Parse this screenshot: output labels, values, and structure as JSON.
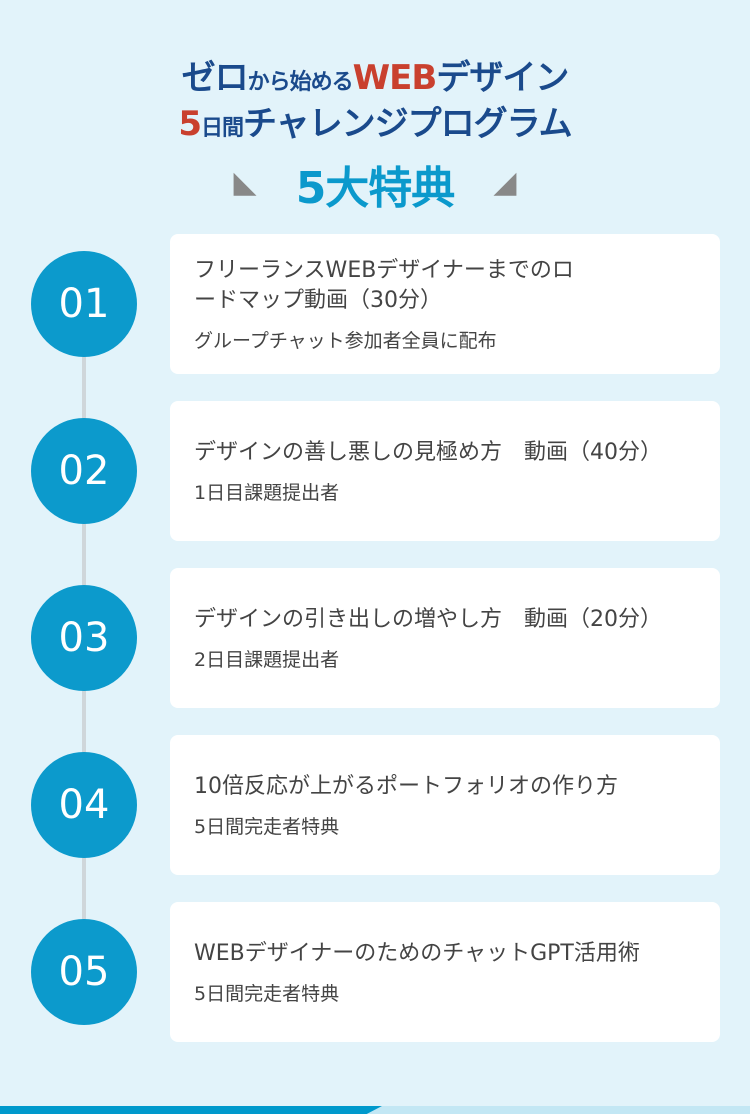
{
  "header": {
    "line1a": "ゼロ",
    "line1b": "から始める",
    "line1c": "WEB",
    "line1d": "デザイン",
    "line2a": "5",
    "line2b": "日間",
    "line2c": "チャレンジプログラム",
    "badge": "5大特典"
  },
  "items": [
    {
      "num": "01",
      "title": "フリーランスWEBデザイナーまでのロードマップ動画（30分）",
      "note": "グループチャット参加者全員に配布"
    },
    {
      "num": "02",
      "title": "デザインの善し悪しの見極め方　動画（40分）",
      "note": "1日目課題提出者"
    },
    {
      "num": "03",
      "title": "デザインの引き出しの増やし方　動画（20分）",
      "note": "2日目課題提出者"
    },
    {
      "num": "04",
      "title": "10倍反応が上がるポートフォリオの作り方",
      "note": "5日間完走者特典"
    },
    {
      "num": "05",
      "title": "WEBデザイナーのためのチャットGPT活用術",
      "note": "5日間完走者特典"
    }
  ]
}
